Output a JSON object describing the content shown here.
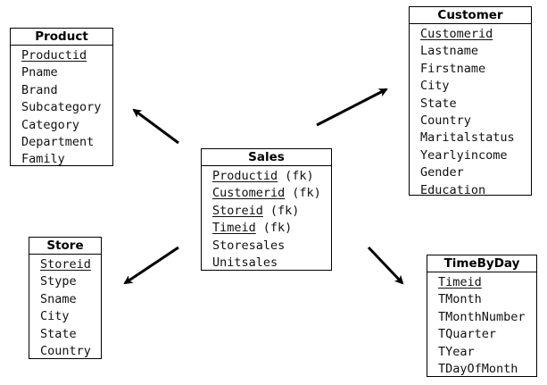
{
  "entities": {
    "product": {
      "title": "Product",
      "attributes": [
        {
          "name": "Productid",
          "key": true
        },
        {
          "name": "Pname"
        },
        {
          "name": "Brand"
        },
        {
          "name": "Subcategory"
        },
        {
          "name": "Category"
        },
        {
          "name": "Department"
        },
        {
          "name": "Family"
        }
      ]
    },
    "customer": {
      "title": "Customer",
      "attributes": [
        {
          "name": "Customerid",
          "key": true
        },
        {
          "name": "Lastname"
        },
        {
          "name": "Firstname"
        },
        {
          "name": "City"
        },
        {
          "name": "State"
        },
        {
          "name": "Country"
        },
        {
          "name": "Maritalstatus"
        },
        {
          "name": "Yearlyincome"
        },
        {
          "name": "Gender"
        },
        {
          "name": "Education"
        }
      ]
    },
    "sales": {
      "title": "Sales",
      "attributes": [
        {
          "name": "Productid",
          "key": true,
          "suffix": "(fk)"
        },
        {
          "name": "Customerid",
          "key": true,
          "suffix": "(fk)"
        },
        {
          "name": "Storeid",
          "key": true,
          "suffix": "(fk)"
        },
        {
          "name": "Timeid",
          "key": true,
          "suffix": "(fk)"
        },
        {
          "name": "Storesales"
        },
        {
          "name": "Unitsales"
        }
      ]
    },
    "store": {
      "title": "Store",
      "attributes": [
        {
          "name": "Storeid",
          "key": true
        },
        {
          "name": "Stype"
        },
        {
          "name": "Sname"
        },
        {
          "name": "City"
        },
        {
          "name": "State"
        },
        {
          "name": "Country"
        }
      ]
    },
    "timebyday": {
      "title": "TimeByDay",
      "attributes": [
        {
          "name": "Timeid",
          "key": true
        },
        {
          "name": "TMonth"
        },
        {
          "name": "TMonthNumber"
        },
        {
          "name": "TQuarter"
        },
        {
          "name": "TYear"
        },
        {
          "name": "TDayOfMonth"
        }
      ]
    }
  },
  "relationships": [
    {
      "from": "sales",
      "to": "product"
    },
    {
      "from": "sales",
      "to": "customer"
    },
    {
      "from": "sales",
      "to": "store"
    },
    {
      "from": "sales",
      "to": "timebyday"
    }
  ],
  "colors": {
    "line": "#000000",
    "border": "#000000",
    "background": "#ffffff"
  }
}
